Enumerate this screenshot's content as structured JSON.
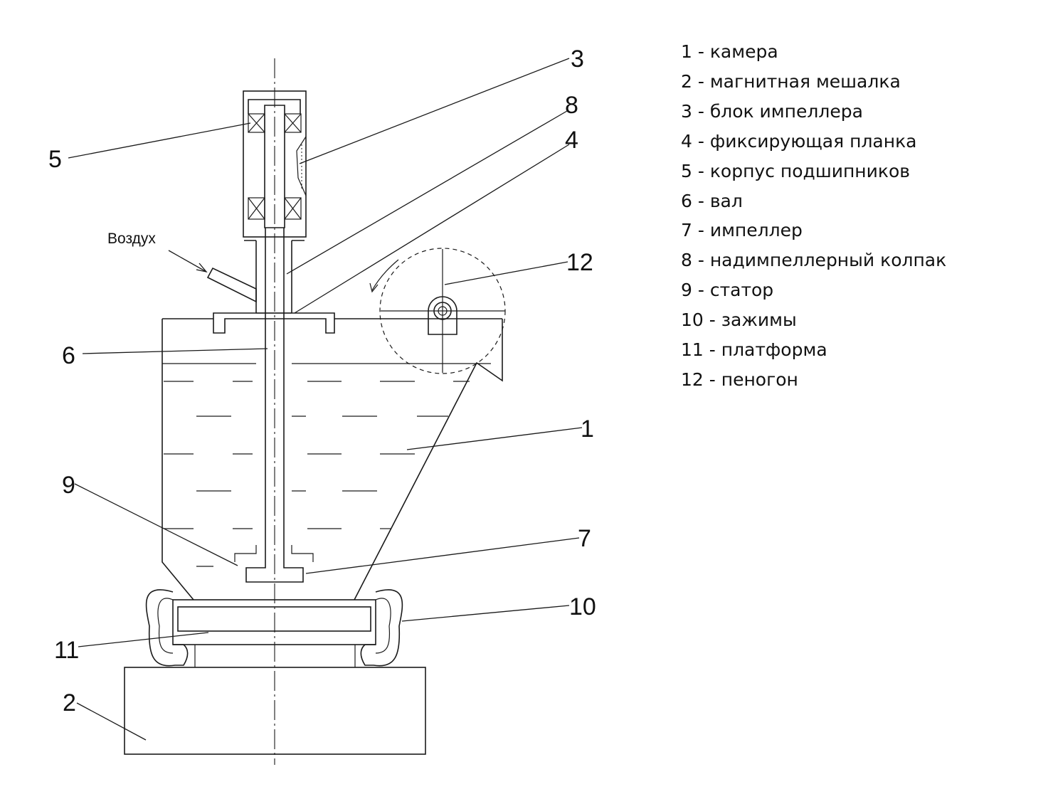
{
  "callouts": {
    "n1": "1",
    "n2": "2",
    "n3": "3",
    "n4": "4",
    "n5": "5",
    "n6": "6",
    "n7": "7",
    "n8": "8",
    "n9": "9",
    "n10": "10",
    "n11": "11",
    "n12": "12",
    "air": "Воздух"
  },
  "legend": [
    "1 - камера",
    "2 - магнитная мешалка",
    "3 - блок импеллера",
    "4 - фиксирующая планка",
    "5 - корпус подшипников",
    "6 - вал",
    "7 - импеллер",
    "8 - надимпеллерный колпак",
    "9 - статор",
    "10 - зажимы",
    "11 - платформа",
    "12 - пеногон"
  ]
}
